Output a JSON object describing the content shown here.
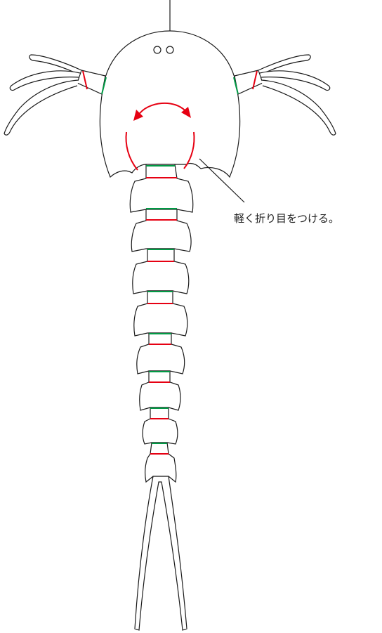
{
  "annotation": {
    "text": "軽く折り目をつける。"
  },
  "colors": {
    "outline": "#1a1a1a",
    "fold_valley": "#e60012",
    "fold_mountain": "#009944",
    "arrow": "#e60012"
  },
  "icons": {
    "fold_direction": "double-headed-curved-arrow",
    "eyes": "two-small-circles"
  }
}
